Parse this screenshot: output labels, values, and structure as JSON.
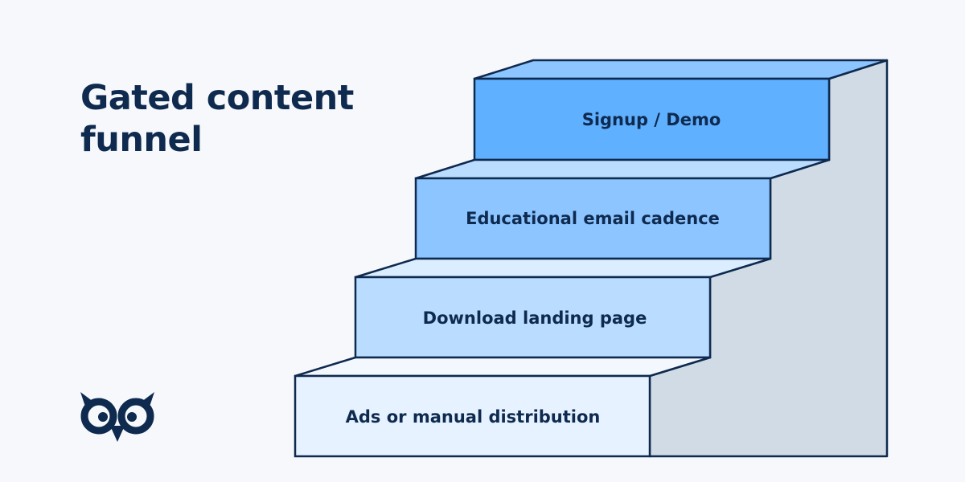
{
  "header": {
    "title_line1": "Gated content",
    "title_line2": "funnel"
  },
  "funnel": {
    "steps": [
      {
        "label": "Signup / Demo",
        "color": "#5fb0ff"
      },
      {
        "label": "Educational email cadence",
        "color": "#8cc5ff"
      },
      {
        "label": "Download landing page",
        "color": "#b9dcff"
      },
      {
        "label": "Ads or manual distribution",
        "color": "#e6f2ff"
      }
    ],
    "side_color": "#d0dbe5",
    "outline_color": "#0f2a4f"
  },
  "brand": {
    "logo_icon": "owl-logo-icon",
    "color": "#0f2a4f"
  }
}
